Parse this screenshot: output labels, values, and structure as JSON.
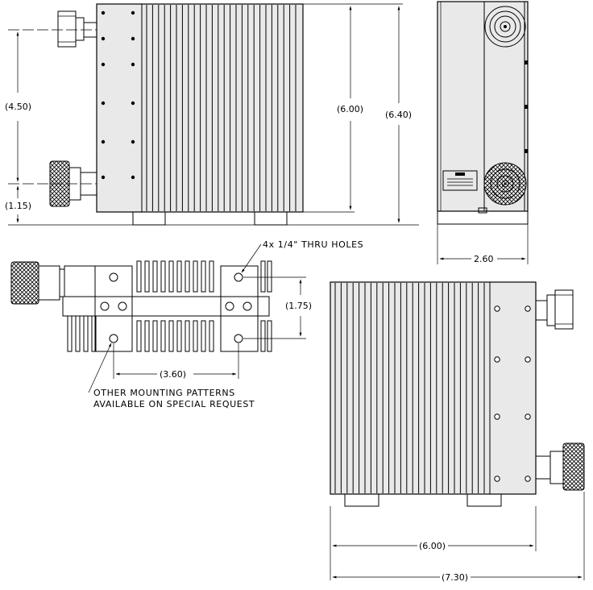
{
  "drawing": {
    "front_view": {
      "dim_input_connector_offset": "(4.50)",
      "dim_height": "(6.00)",
      "dim_overall_height": "(6.40)",
      "dim_output_connector_offset": "(1.15)"
    },
    "side_view": {
      "dim_depth": "2.60"
    },
    "bottom_view": {
      "note_holes": "4x 1/4\" THRU HOLES",
      "dim_hole_spacing_vertical": "(1.75)",
      "dim_hole_spacing_horizontal": "(3.60)",
      "note_mounting_line1": "OTHER MOUNTING PATTERNS",
      "note_mounting_line2": "AVAILABLE ON SPECIAL REQUEST"
    },
    "rear_view": {
      "dim_width": "(6.00)",
      "dim_overall_width": "(7.30)"
    }
  }
}
